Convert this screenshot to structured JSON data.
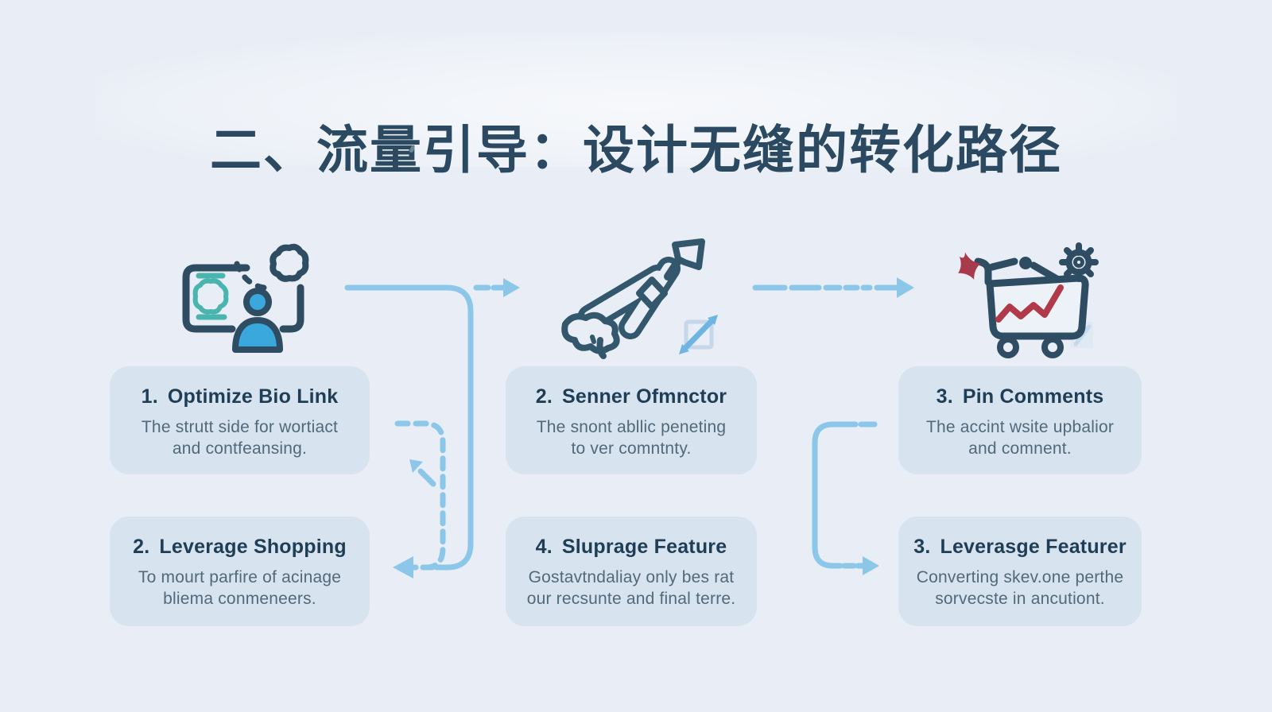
{
  "header": {
    "title": "二、流量引导：设计无缝的转化路径"
  },
  "flow": {
    "steps": [
      {
        "icon": "profile-card-icon",
        "number": "1.",
        "title": "Optimize Bio Link",
        "description": "The strutt side for wortiact\nand contfeansing."
      },
      {
        "icon": "send-plane-icon",
        "number": "2.",
        "title": "Senner Ofmnctor",
        "description": "The snont abllic peneting\nto ver comntnty."
      },
      {
        "icon": "cart-analytics-icon",
        "number": "3.",
        "title": "Pin Comments",
        "description": "The accint wsite upbalior\nand comnent."
      },
      {
        "number": "2.",
        "title": "Leverage Shopping",
        "description": "To mourt parfire of acinage\nbliema conmeneers."
      },
      {
        "number": "4.",
        "title": "Sluprage Feature",
        "description": "Gostavtndaliay only bes rat\nour recsunte and final terre."
      },
      {
        "number": "3.",
        "title": "Leverasge Featurer",
        "description": "Converting skev.one perthe\nsorvecste in ancutiont."
      }
    ]
  },
  "colors": {
    "page_bg": "#e9eef6",
    "card_bg": "#d7e3ef",
    "title_text": "#2b4960",
    "card_title_text": "#1f3e56",
    "card_body_text": "#52697a",
    "arrow_blue": "#8cc7e9",
    "outline_dark": "#2e4d63",
    "teal": "#4ab5ae",
    "person_blue": "#3aa7dd",
    "badge_red": "#a93a4a",
    "chart_red": "#b03a49"
  }
}
